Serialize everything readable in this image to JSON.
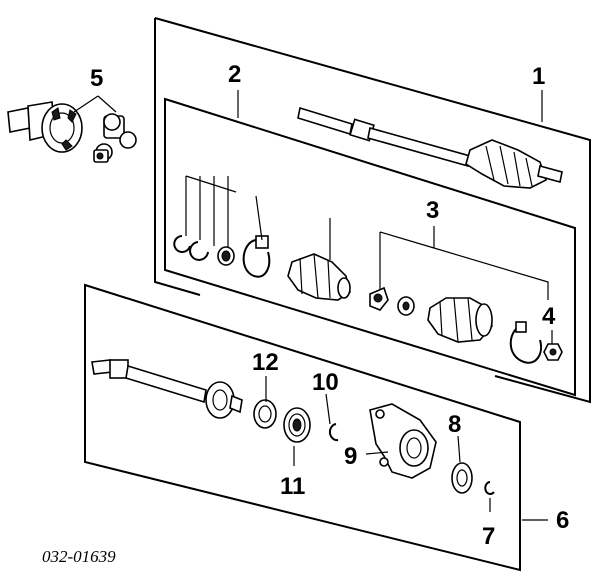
{
  "diagram": {
    "callouts": [
      {
        "id": "c1",
        "label": "1"
      },
      {
        "id": "c2",
        "label": "2"
      },
      {
        "id": "c3",
        "label": "3"
      },
      {
        "id": "c4",
        "label": "4"
      },
      {
        "id": "c5",
        "label": "5"
      },
      {
        "id": "c6",
        "label": "6"
      },
      {
        "id": "c7",
        "label": "7"
      },
      {
        "id": "c8",
        "label": "8"
      },
      {
        "id": "c9",
        "label": "9"
      },
      {
        "id": "c10",
        "label": "10"
      },
      {
        "id": "c11",
        "label": "11"
      },
      {
        "id": "c12",
        "label": "12"
      }
    ],
    "diagram_code": "032-01639"
  }
}
